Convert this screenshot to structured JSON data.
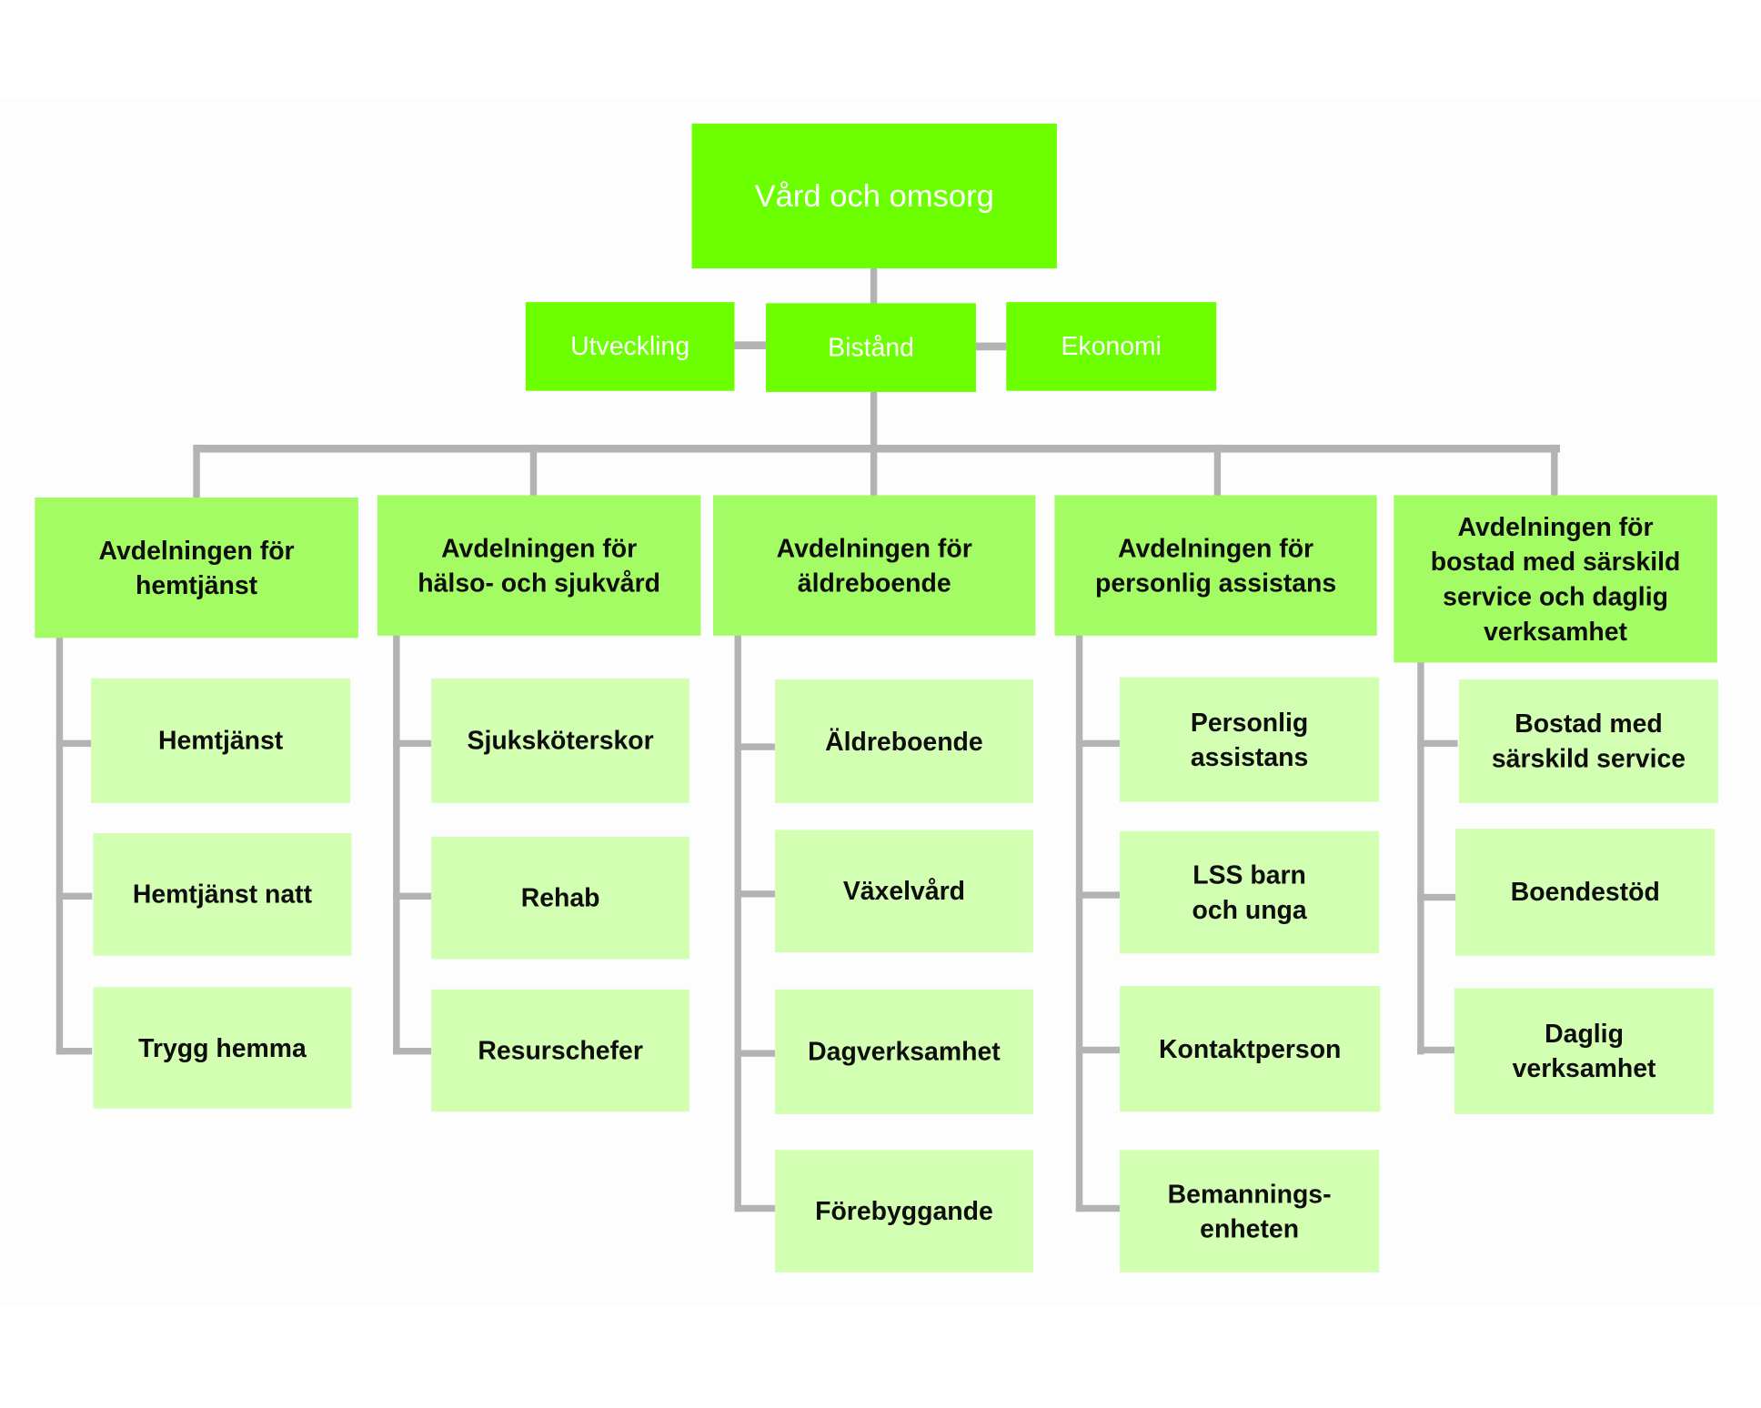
{
  "root": {
    "label": "Vård och omsorg"
  },
  "staff": [
    {
      "label": "Utveckling"
    },
    {
      "label": "Bistånd"
    },
    {
      "label": "Ekonomi"
    }
  ],
  "departments": [
    {
      "label": "Avdelningen för\nhemtjänst",
      "units": [
        {
          "label": "Hemtjänst"
        },
        {
          "label": "Hemtjänst natt"
        },
        {
          "label": "Trygg hemma"
        }
      ]
    },
    {
      "label": "Avdelningen för\nhälso- och sjukvård",
      "units": [
        {
          "label": "Sjuksköterskor"
        },
        {
          "label": "Rehab"
        },
        {
          "label": "Resurschefer"
        }
      ]
    },
    {
      "label": "Avdelningen för\näldreboende",
      "units": [
        {
          "label": "Äldreboende"
        },
        {
          "label": "Växelvård"
        },
        {
          "label": "Dagverksamhet"
        },
        {
          "label": "Förebyggande"
        }
      ]
    },
    {
      "label": "Avdelningen för\npersonlig assistans",
      "units": [
        {
          "label": "Personlig\nassistans"
        },
        {
          "label": "LSS barn\noch unga"
        },
        {
          "label": "Kontaktperson"
        },
        {
          "label": "Bemannings-\nenheten"
        }
      ]
    },
    {
      "label": "Avdelningen för\nbostad med särskild\nservice och daglig\nverksamhet",
      "units": [
        {
          "label": "Bostad med\nsärskild service"
        },
        {
          "label": "Boendestöd"
        },
        {
          "label": "Daglig\nverksamhet"
        }
      ]
    }
  ],
  "colors": {
    "top_level": "#6cff00",
    "department": "#a4fc64",
    "unit": "#d2ffb2",
    "connector": "#b3b3b3"
  }
}
